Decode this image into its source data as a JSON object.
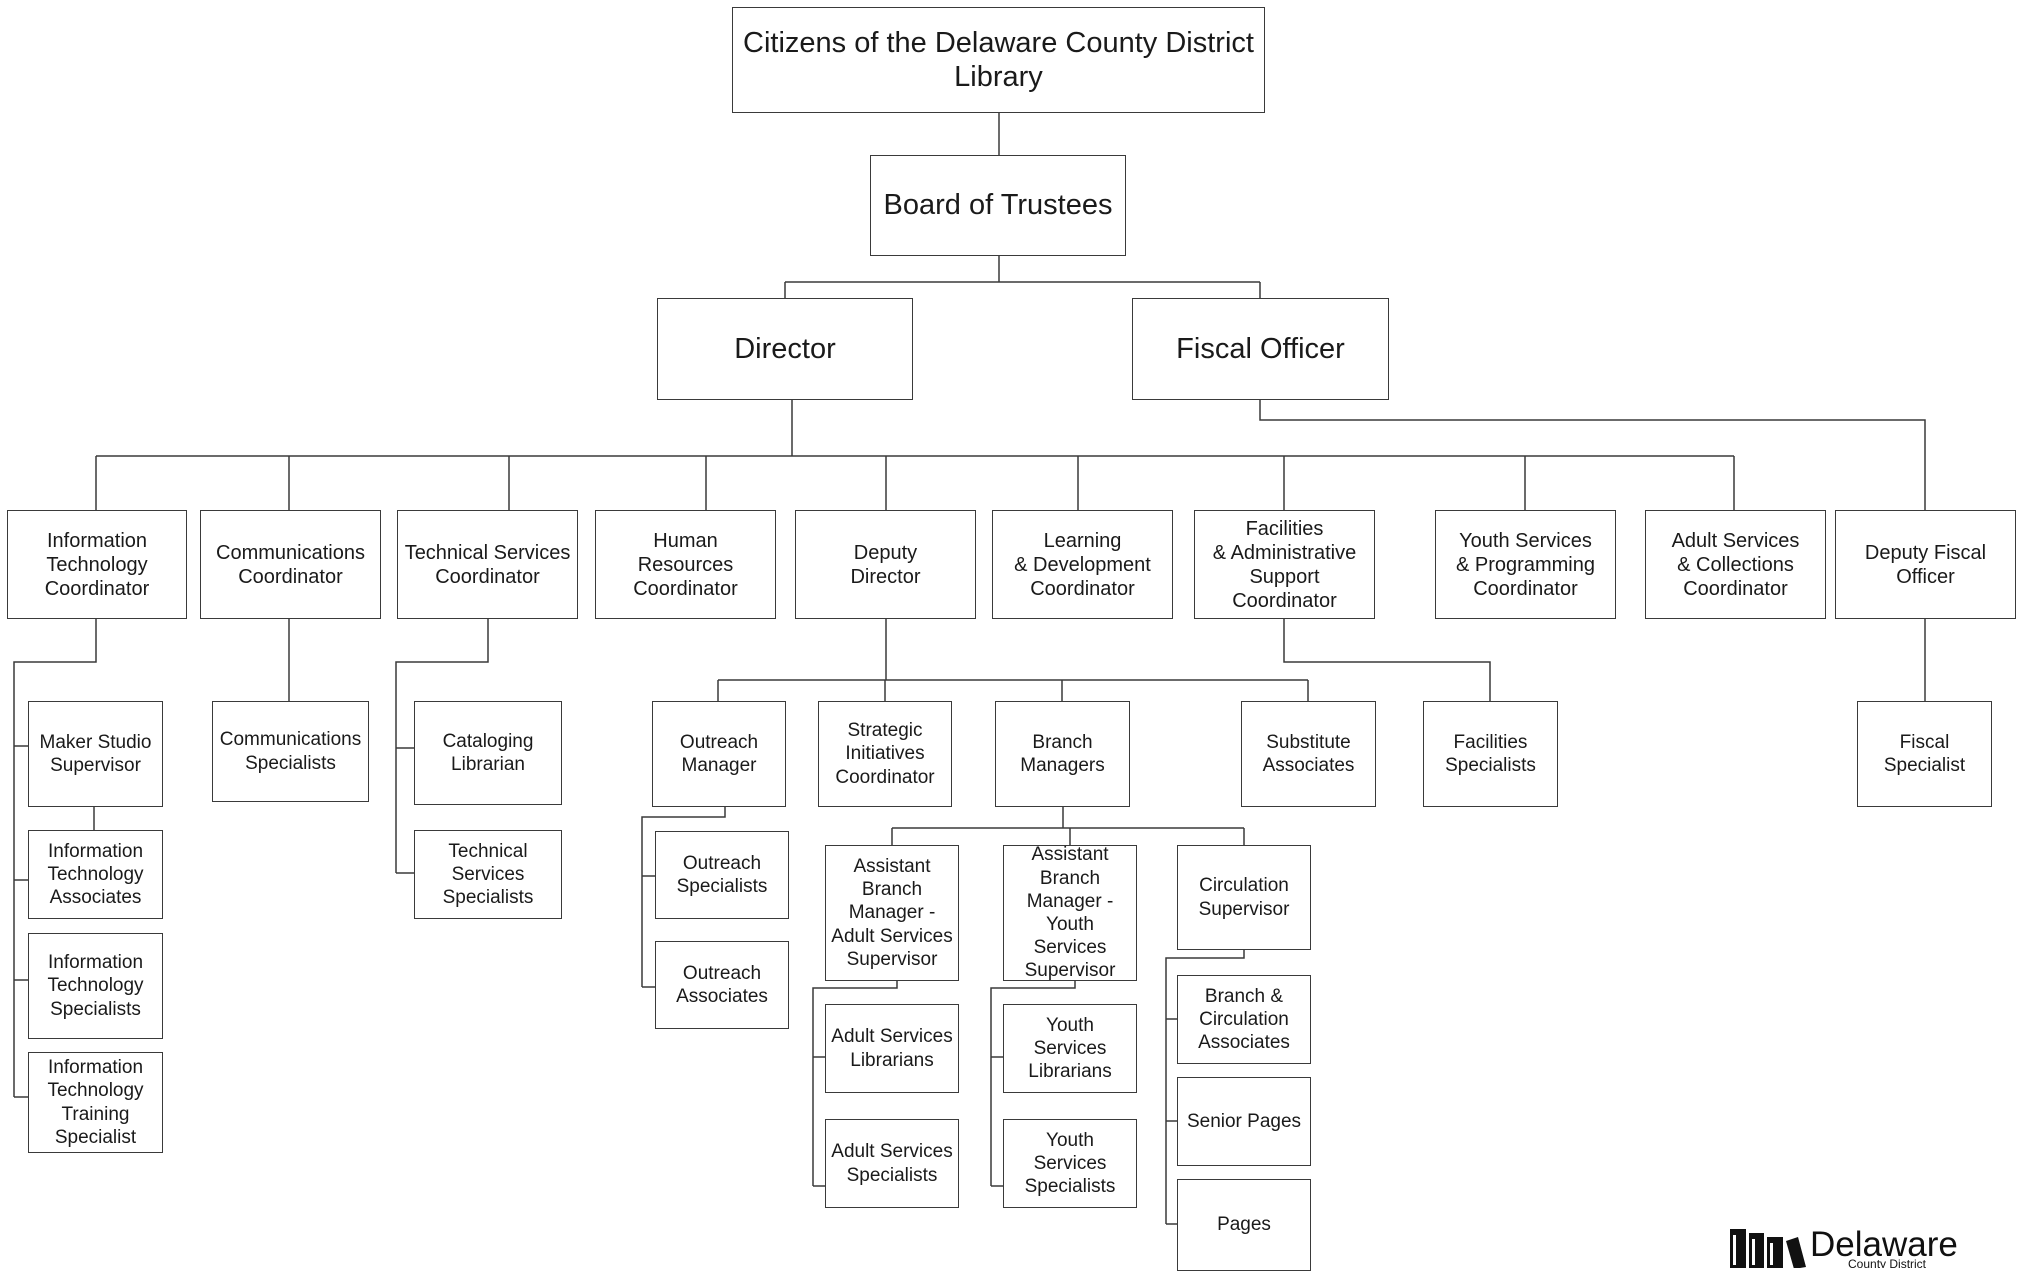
{
  "org": {
    "citizens": "Citizens of the Delaware County District\nLibrary",
    "board": "Board of Trustees",
    "director": "Director",
    "fiscal_officer": "Fiscal Officer",
    "it_coordinator": "Information\nTechnology\nCoordinator",
    "comm_coordinator": "Communications\nCoordinator",
    "tech_coordinator": "Technical Services\nCoordinator",
    "hr_coordinator": "Human\nResources\nCoordinator",
    "deputy_director": "Deputy\nDirector",
    "learning_coordinator": "Learning\n& Development\nCoordinator",
    "facilities_coordinator": "Facilities\n& Administrative\nSupport\nCoordinator",
    "youth_coordinator": "Youth Services\n& Programming\nCoordinator",
    "adult_coordinator": "Adult Services\n& Collections\nCoordinator",
    "deputy_fiscal": "Deputy Fiscal\nOfficer",
    "maker_studio": "Maker Studio\nSupervisor",
    "it_associates": "Information\nTechnology\nAssociates",
    "it_specialists": "Information\nTechnology\nSpecialists",
    "it_training": "Information\nTechnology\nTraining\nSpecialist",
    "comm_specialists": "Communications\nSpecialists",
    "cataloging": "Cataloging\nLibrarian",
    "tech_specialists": "Technical\nServices\nSpecialists",
    "outreach_manager": "Outreach\nManager",
    "outreach_specialists": "Outreach\nSpecialists",
    "outreach_associates": "Outreach\nAssociates",
    "strategic": "Strategic\nInitiatives\nCoordinator",
    "branch_managers": "Branch\nManagers",
    "abm_adult": "Assistant\nBranch\nManager -\nAdult Services\nSupervisor",
    "abm_youth": "Assistant\nBranch\nManager -\nYouth Services\nSupervisor",
    "circ_supervisor": "Circulation\nSupervisor",
    "adult_librarians": "Adult Services\nLibrarians",
    "adult_specialists": "Adult Services\nSpecialists",
    "youth_librarians": "Youth Services\nLibrarians",
    "youth_specialists": "Youth Services\nSpecialists",
    "branch_circ_associates": "Branch &\nCirculation\nAssociates",
    "senior_pages": "Senior Pages",
    "pages": "Pages",
    "substitute": "Substitute\nAssociates",
    "facilities_specialists": "Facilities\nSpecialists",
    "fiscal_specialist": "Fiscal\nSpecialist"
  },
  "logo": {
    "name": "Delaware",
    "subtitle": "County District"
  }
}
